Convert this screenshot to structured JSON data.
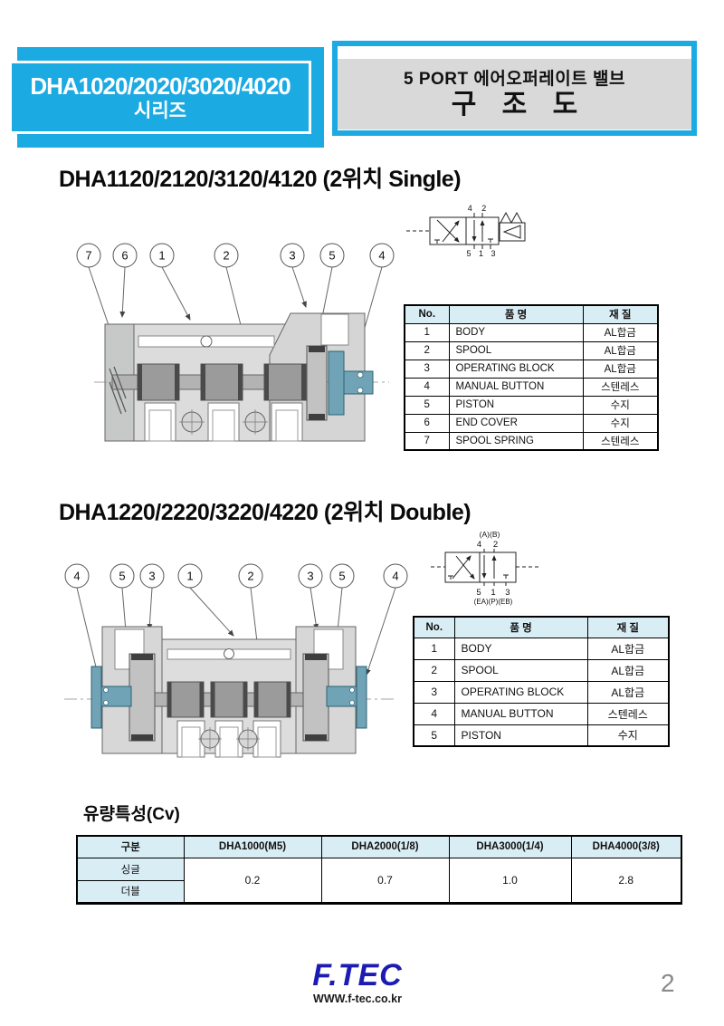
{
  "colors": {
    "accent_blue": "#1caae2",
    "table_header_bg": "#d9edf5",
    "manual_button_teal": "#6fa3b5"
  },
  "header": {
    "series_box": {
      "line1": "DHA1020/2020/3020/4020",
      "line2": "시리즈"
    },
    "title_box": {
      "line1": "5 PORT 에어오퍼레이트 밸브",
      "line2": "구 조 도"
    }
  },
  "single": {
    "heading": "DHA1120/2120/3120/4120 (2위치 Single)",
    "callouts": [
      "7",
      "6",
      "1",
      "2",
      "3",
      "5",
      "4"
    ],
    "symbol": {
      "top": "4 2",
      "bottom": "5 1 3"
    },
    "table": {
      "headers": [
        "No.",
        "품 명",
        "재 질"
      ],
      "rows": [
        [
          "1",
          "BODY",
          "AL합금"
        ],
        [
          "2",
          "SPOOL",
          "AL합금"
        ],
        [
          "3",
          "OPERATING BLOCK",
          "AL합금"
        ],
        [
          "4",
          "MANUAL BUTTON",
          "스텐레스"
        ],
        [
          "5",
          "PISTON",
          "수지"
        ],
        [
          "6",
          "END COVER",
          "수지"
        ],
        [
          "7",
          "SPOOL SPRING",
          "스텐레스"
        ]
      ]
    }
  },
  "double": {
    "heading": "DHA1220/2220/3220/4220 (2위치 Double)",
    "callouts": [
      "4",
      "5",
      "3",
      "1",
      "2",
      "3",
      "5",
      "4"
    ],
    "symbol": {
      "top_paren": "(A)(B)",
      "top": "4 2",
      "bottom": "5 1 3",
      "bottom_paren": "(EA)(P)(EB)"
    },
    "table": {
      "headers": [
        "No.",
        "품 명",
        "재 질"
      ],
      "rows": [
        [
          "1",
          "BODY",
          "AL합금"
        ],
        [
          "2",
          "SPOOL",
          "AL합금"
        ],
        [
          "3",
          "OPERATING BLOCK",
          "AL합금"
        ],
        [
          "4",
          "MANUAL BUTTON",
          "스텐레스"
        ],
        [
          "5",
          "PISTON",
          "수지"
        ]
      ]
    }
  },
  "flow": {
    "title": "유량특성(Cv)",
    "headers": [
      "구분",
      "DHA1000(M5)",
      "DHA2000(1/8)",
      "DHA3000(1/4)",
      "DHA4000(3/8)"
    ],
    "row_labels": [
      "싱글",
      "더블"
    ],
    "values": [
      "0.2",
      "0.7",
      "1.0",
      "2.8"
    ]
  },
  "footer": {
    "logo": "F.TEC",
    "url": "WWW.f-tec.co.kr",
    "page_number": "2"
  }
}
